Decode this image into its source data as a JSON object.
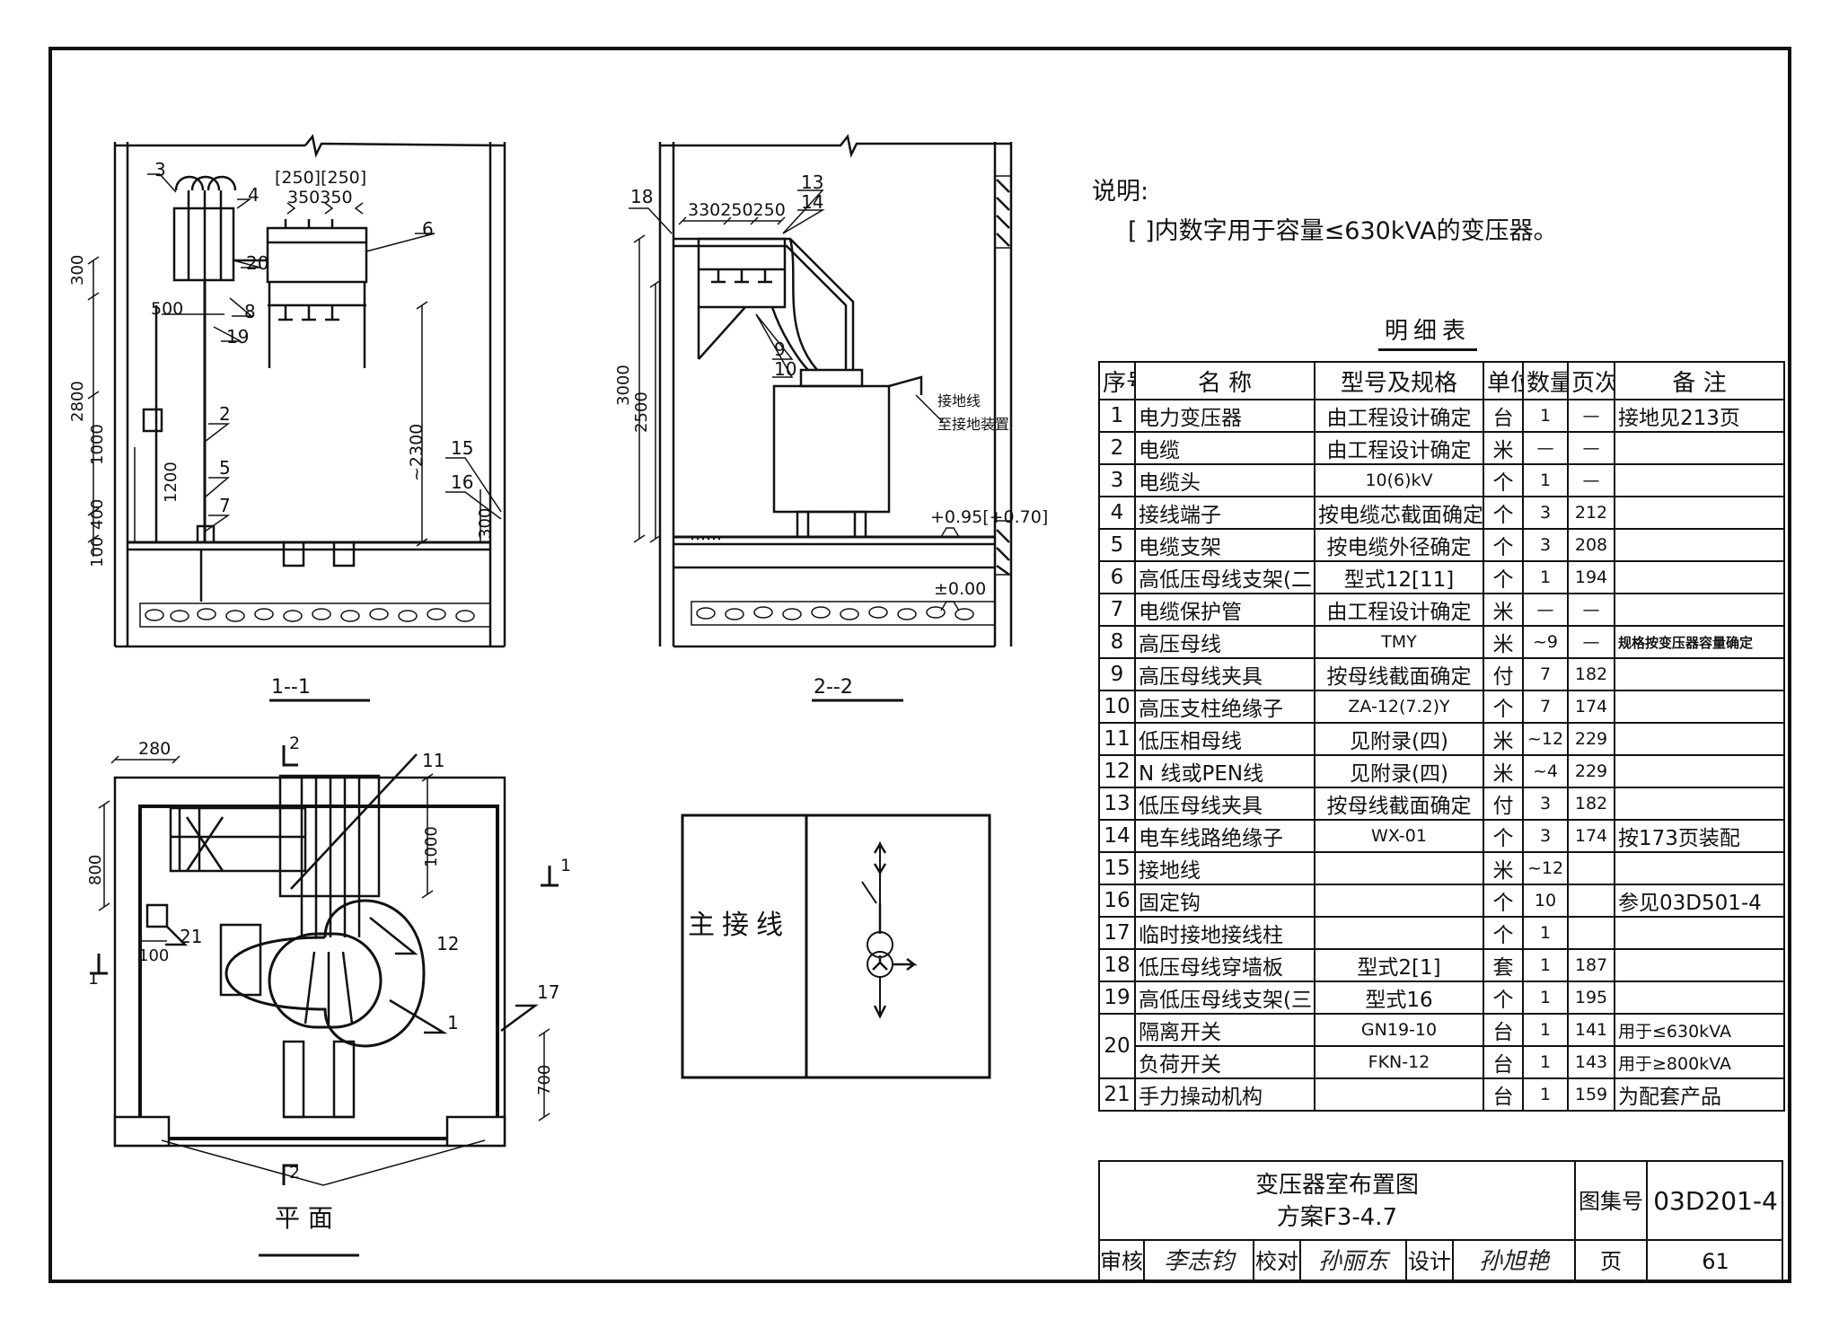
{
  "notes": {
    "heading": "说明:",
    "text": "[ ]内数字用于容量≤630kVA的变压器。"
  },
  "table": {
    "title": "明细表",
    "headers": [
      "序号",
      "名 称",
      "型号及规格",
      "单位",
      "数量",
      "页次",
      "备 注"
    ],
    "rows": [
      {
        "no": "1",
        "name": "电力变压器",
        "spec": "由工程设计确定",
        "unit": "台",
        "qty": "1",
        "page": "—",
        "remark": "接地见213页"
      },
      {
        "no": "2",
        "name": "电缆",
        "spec": "由工程设计确定",
        "unit": "米",
        "qty": "—",
        "page": "—",
        "remark": ""
      },
      {
        "no": "3",
        "name": "电缆头",
        "spec": "10(6)kV",
        "unit": "个",
        "qty": "1",
        "page": "—",
        "remark": ""
      },
      {
        "no": "4",
        "name": "接线端子",
        "spec": "按电缆芯截面确定",
        "unit": "个",
        "qty": "3",
        "page": "212",
        "remark": ""
      },
      {
        "no": "5",
        "name": "电缆支架",
        "spec": "按电缆外径确定",
        "unit": "个",
        "qty": "3",
        "page": "208",
        "remark": ""
      },
      {
        "no": "6",
        "name": "高低压母线支架(二",
        "spec": "型式12[11]",
        "unit": "个",
        "qty": "1",
        "page": "194",
        "remark": ""
      },
      {
        "no": "7",
        "name": "电缆保护管",
        "spec": "由工程设计确定",
        "unit": "米",
        "qty": "—",
        "page": "—",
        "remark": ""
      },
      {
        "no": "8",
        "name": "高压母线",
        "spec": "TMY",
        "unit": "米",
        "qty": "~9",
        "page": "—",
        "remark": "规格按变压器容量确定"
      },
      {
        "no": "9",
        "name": "高压母线夹具",
        "spec": "按母线截面确定",
        "unit": "付",
        "qty": "7",
        "page": "182",
        "remark": ""
      },
      {
        "no": "10",
        "name": "高压支柱绝缘子",
        "spec": "ZA-12(7.2)Y",
        "unit": "个",
        "qty": "7",
        "page": "174",
        "remark": ""
      },
      {
        "no": "11",
        "name": "低压相母线",
        "spec": "见附录(四)",
        "unit": "米",
        "qty": "~12",
        "page": "229",
        "remark": ""
      },
      {
        "no": "12",
        "name": "N 线或PEN线",
        "spec": "见附录(四)",
        "unit": "米",
        "qty": "~4",
        "page": "229",
        "remark": ""
      },
      {
        "no": "13",
        "name": "低压母线夹具",
        "spec": "按母线截面确定",
        "unit": "付",
        "qty": "3",
        "page": "182",
        "remark": ""
      },
      {
        "no": "14",
        "name": "电车线路绝缘子",
        "spec": "WX-01",
        "unit": "个",
        "qty": "3",
        "page": "174",
        "remark": "按173页装配"
      },
      {
        "no": "15",
        "name": "接地线",
        "spec": "",
        "unit": "米",
        "qty": "~12",
        "page": "",
        "remark": ""
      },
      {
        "no": "16",
        "name": "固定钩",
        "spec": "",
        "unit": "个",
        "qty": "10",
        "page": "",
        "remark": "参见03D501-4"
      },
      {
        "no": "17",
        "name": "临时接地接线柱",
        "spec": "",
        "unit": "个",
        "qty": "1",
        "page": "",
        "remark": ""
      },
      {
        "no": "18",
        "name": "低压母线穿墙板",
        "spec": "型式2[1]",
        "unit": "套",
        "qty": "1",
        "page": "187",
        "remark": ""
      },
      {
        "no": "19",
        "name": "高低压母线支架(三",
        "spec": "型式16",
        "unit": "个",
        "qty": "1",
        "page": "195",
        "remark": ""
      },
      {
        "no": "20",
        "name": "隔离开关",
        "spec": "GN19-10",
        "unit": "台",
        "qty": "1",
        "page": "141",
        "remark": "用于≤630kVA"
      },
      {
        "no": "",
        "name": "负荷开关",
        "spec": "FKN-12",
        "unit": "台",
        "qty": "1",
        "page": "143",
        "remark": "用于≥800kVA"
      },
      {
        "no": "21",
        "name": "手力操动机构",
        "spec": "",
        "unit": "台",
        "qty": "1",
        "page": "159",
        "remark": "为配套产品"
      }
    ]
  },
  "titleblock": {
    "title_line1": "变压器室布置图",
    "title_line2": "方案F3-4.7",
    "atlas_label": "图集号",
    "atlas_no": "03D201-4",
    "review_label": "审核",
    "review_sig": "李志钧",
    "check_label": "校对",
    "check_sig": "孙丽东",
    "design_label": "设计",
    "design_sig": "孙旭艳",
    "page_label": "页",
    "page_no": "61"
  },
  "views": {
    "section11": {
      "caption": "1--1",
      "dims": [
        "[250][250]",
        "350350",
        "300",
        "500",
        "2800",
        "1000",
        "1200",
        "400",
        "100",
        "~2300",
        "300"
      ],
      "tags": [
        "3",
        "4",
        "6",
        "20",
        "8",
        "19",
        "2",
        "5",
        "7",
        "15",
        "16"
      ]
    },
    "section22": {
      "caption": "2--2",
      "dims": [
        "330250250",
        "3000",
        "2500"
      ],
      "tags": [
        "18",
        "13",
        "14",
        "9",
        "10"
      ],
      "callout_line1": "接地线",
      "callout_line2": "至接地装置",
      "elev_upper": "+0.95[+0.70]",
      "elev_lower": "±0.00"
    },
    "plan": {
      "caption": "平  面",
      "dims": [
        "280",
        "800",
        "1000",
        "100",
        "700"
      ],
      "tags": [
        "11",
        "12",
        "21",
        "1",
        "17"
      ],
      "section_marks": [
        "2",
        "1",
        "1",
        "2"
      ]
    },
    "wiring": {
      "label": "主接线"
    }
  }
}
